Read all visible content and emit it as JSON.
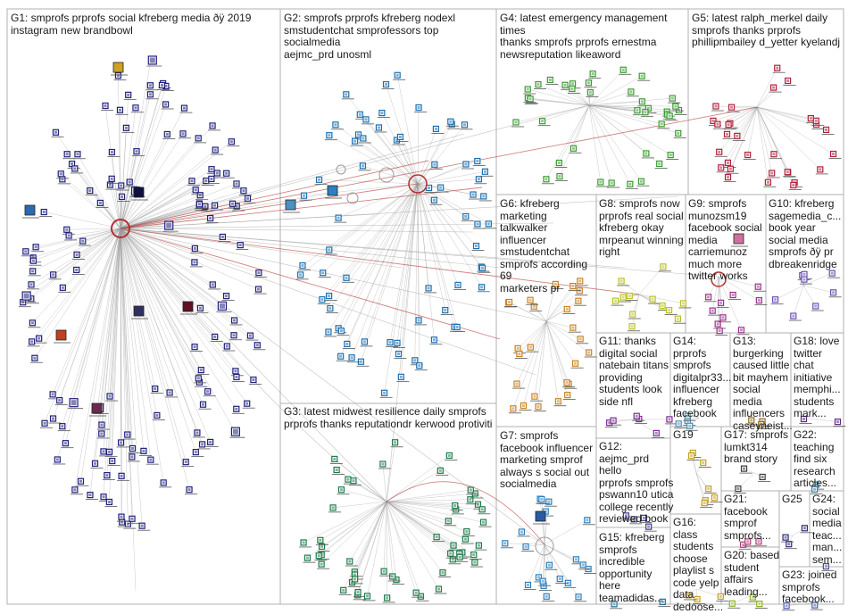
{
  "groups": [
    {
      "id": "g1",
      "text": "G1: smprofs prprofs social kfreberg media ðÿ 2019\ninstagram new brandbowl"
    },
    {
      "id": "g2",
      "text": "G2: smprofs prprofs kfreberg nodexl\nsmstudentchat smprofessors top socialmedia\naejmc_prd unosml"
    },
    {
      "id": "g3",
      "text": "G3: latest midwest resilience daily smprofs\nprprofs thanks reputationdr kerwood protiviti"
    },
    {
      "id": "g4",
      "text": "G4: latest emergency management times\nthanks smprofs prprofs ernestma\nnewsreputation likeaword"
    },
    {
      "id": "g5",
      "text": "G5: latest ralph_merkel daily\nsmprofs thanks prprofs\nphillipmbailey d_yetter kyelandj"
    },
    {
      "id": "g6",
      "text": "G6: kfreberg\nmarketing talkwalker\ninfluencer\nsmstudentchat\nsmprofs according 69\nmarketers pr"
    },
    {
      "id": "g7",
      "text": "G7: smprofs\nfacebook influencer\nmarketing smprof\nalways s social out\nsocialmedia"
    },
    {
      "id": "g8",
      "text": "G8: smprofs now\nprprofs real social\nkfreberg okay\nmrpeanut winning\nright"
    },
    {
      "id": "g9",
      "text": "G9: smprofs\nmunozsm19\nfacebook social\nmedia\ncarriemunoz\nmuch more\ntwitter works"
    },
    {
      "id": "g10",
      "text": "G10: kfreberg\nsagemedia_c...\nbook year\nsocial media\nsmprofs ðÿ pr\ndbreakenridge"
    },
    {
      "id": "g11",
      "text": "G11: thanks\ndigital social\nnatebain titans\nproviding\nstudents look\nside nfl"
    },
    {
      "id": "g12",
      "text": "G12:\naejmc_prd hello\nprprofs smprofs\npswann10 utica\ncollege recently\nreviewed book"
    },
    {
      "id": "g13",
      "text": "G13:\nburgerking\ncaused little\nbit mayhem\nsocial media\ninfluencers\ncaseyneist..."
    },
    {
      "id": "g14",
      "text": "G14: prprofs\nsmprofs\ndigitalpr33...\ninfluencer\nkfreberg\nfacebook"
    },
    {
      "id": "g15",
      "text": "G15: kfreberg\nsmprofs\nincredible\nopportunity\nhere\nteamadidas..."
    },
    {
      "id": "g16",
      "text": "G16: class\nstudents\nchoose\nplaylist s\ncode yelp\ndata\ndedoose..."
    },
    {
      "id": "g17",
      "text": "G17: smprofs\nlumkt314\nbrand story"
    },
    {
      "id": "g18",
      "text": "G18: love\ntwitter\nchat\ninitiative\nmemphi...\nstudents\nmark..."
    },
    {
      "id": "g19",
      "text": "G19"
    },
    {
      "id": "g20",
      "text": "G20: based\nstudent\naffairs\nleading..."
    },
    {
      "id": "g21",
      "text": "G21:\nfacebook\nsmprof\nsmprofs..."
    },
    {
      "id": "g22",
      "text": "G22:\nteaching\nfind six\nresearch\narticles..."
    },
    {
      "id": "g23",
      "text": "G23: joined\nsmprofs\nfacebook..."
    },
    {
      "id": "g24",
      "text": "G24:\nsocial\nmedia\nteac...\nman...\nsem..."
    },
    {
      "id": "g25",
      "text": "G25"
    }
  ],
  "colors": {
    "g1": "#1f1f7a",
    "g2": "#1b6fb0",
    "g3": "#1e7a4a",
    "g4": "#3a9a30",
    "g5": "#b0203a",
    "g6": "#c8821e",
    "g7": "#2a7fbf",
    "g8": "#b8c020",
    "g9": "#9a2f8a",
    "g10": "#6a4fb0",
    "g11": "#7a2a9a",
    "g12": "#3a3a8a",
    "g13": "#8a6a1a",
    "g14": "#4a8aaa",
    "g15": "#1f6a9a",
    "g16": "#c0a020",
    "g17": "#3a3a3a",
    "g18": "#5a2a7a",
    "g19": "#c0a020",
    "g20": "#8ab020",
    "g21": "#b03a7a",
    "g22": "#3a7a9a",
    "g23": "#4a5aaa",
    "g24": "#4a4a8a",
    "g25": "#2a2a7a",
    "edge": "#9a9a9a",
    "edge_red": "#b03030",
    "border": "#b0b0b0"
  }
}
